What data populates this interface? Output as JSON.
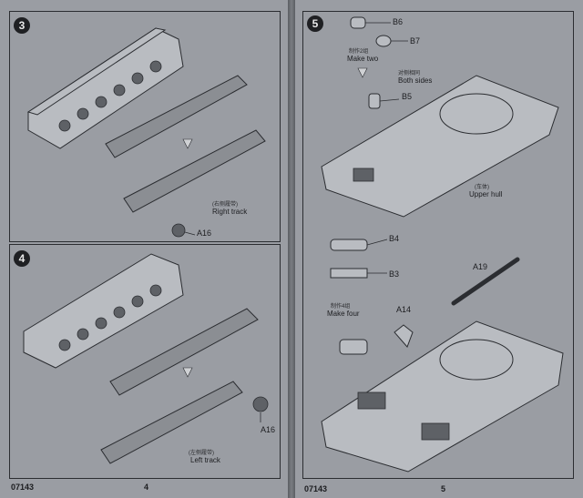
{
  "left_page": {
    "step3": {
      "number": "3",
      "labels": {
        "right_track_cn": "(右侧履带)",
        "right_track": "Right track",
        "part_a16": "A16"
      }
    },
    "step4": {
      "number": "4",
      "labels": {
        "left_track_cn": "(左侧履带)",
        "left_track": "Left track",
        "part_a16": "A16"
      }
    },
    "footer": {
      "kit_number": "07143",
      "page_number": "4"
    }
  },
  "right_page": {
    "step5": {
      "number": "5",
      "labels": {
        "b6": "B6",
        "b7": "B7",
        "make_two_cn": "制作2组",
        "make_two": "Make two",
        "both_sides_cn": "对侧相同",
        "both_sides": "Both sides",
        "b5": "B5",
        "upper_hull_cn": "(车体)",
        "upper_hull": "Upper hull",
        "b4": "B4",
        "b3": "B3",
        "a19": "A19",
        "make_four_cn": "制作4组",
        "make_four": "Make four",
        "a14": "A14"
      }
    },
    "footer": {
      "kit_number": "07143",
      "page_number": "5"
    }
  }
}
